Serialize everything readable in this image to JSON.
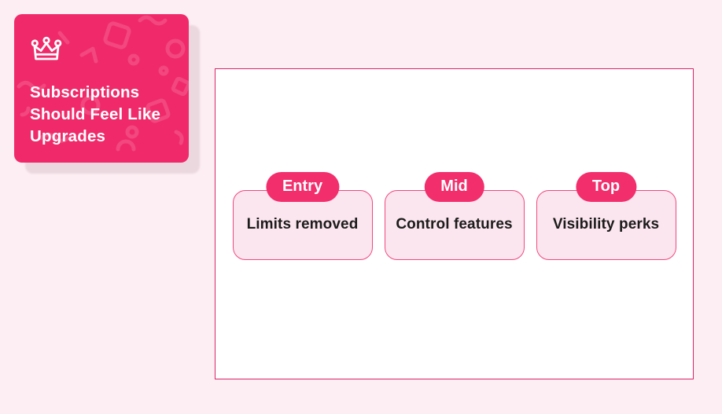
{
  "page": {
    "background_color": "#FDEEF4",
    "accent_color": "#F0296A",
    "panel_border_color": "#D92566"
  },
  "title_card": {
    "icon": "crown-icon",
    "title": "Subscriptions Should Feel Like Upgrades",
    "title_lines": [
      "Subscriptions",
      "Should Feel Like",
      "Upgrades"
    ],
    "background_color": "#F0296A",
    "text_color": "#FFFFFF"
  },
  "tiers": [
    {
      "badge": "Entry",
      "label": "Limits removed"
    },
    {
      "badge": "Mid",
      "label": "Control features"
    },
    {
      "badge": "Top",
      "label": "Visibility perks"
    }
  ]
}
